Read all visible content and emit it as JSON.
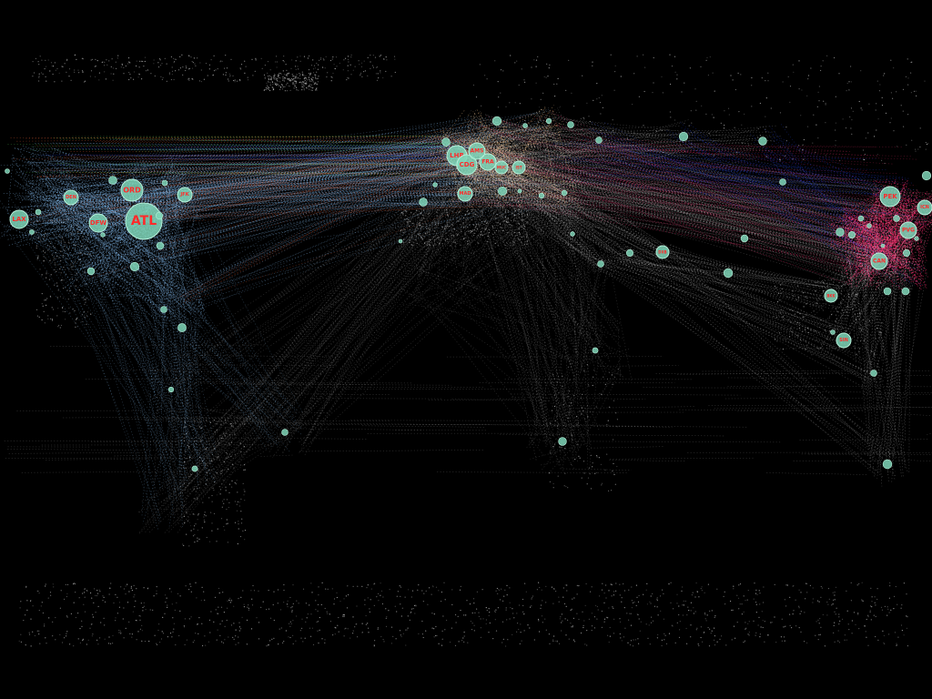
{
  "colors": {
    "background": "#000000",
    "hub_fill": "#7fd6b8",
    "hub_stroke": "#b6f0da",
    "hub_label": "#ff2a2a",
    "route_north_america": "#8ec9ff",
    "route_europe": "#f5c48a",
    "route_east_asia": "#ff2d6f",
    "route_transatlantic_alt": "#ff6a3a",
    "route_green": "#5cd65c",
    "route_blue": "#2a4cff",
    "route_generic": "#d8d8d8"
  },
  "hubs": [
    {
      "code": "ATL",
      "size": "xl"
    },
    {
      "code": "ORD",
      "size": "l"
    },
    {
      "code": "DFW",
      "size": "m"
    },
    {
      "code": "LAX",
      "size": "m"
    },
    {
      "code": "DEN",
      "size": "s"
    },
    {
      "code": "JFK",
      "size": "s"
    },
    {
      "code": "LHR",
      "size": "l"
    },
    {
      "code": "CDG",
      "size": "l"
    },
    {
      "code": "FRA",
      "size": "m"
    },
    {
      "code": "AMS",
      "size": "m"
    },
    {
      "code": "MUC",
      "size": "s"
    },
    {
      "code": "IST",
      "size": "s"
    },
    {
      "code": "MAD",
      "size": "s"
    },
    {
      "code": "PEK",
      "size": "l"
    },
    {
      "code": "PVG",
      "size": "m"
    },
    {
      "code": "CAN",
      "size": "m"
    },
    {
      "code": "ICN",
      "size": "s"
    },
    {
      "code": "BKK",
      "size": "s"
    },
    {
      "code": "SIN",
      "size": "s"
    },
    {
      "code": "DXB",
      "size": "s"
    }
  ],
  "icons": {
    "hub": "airport-hub-icon",
    "route": "flight-route-line"
  }
}
